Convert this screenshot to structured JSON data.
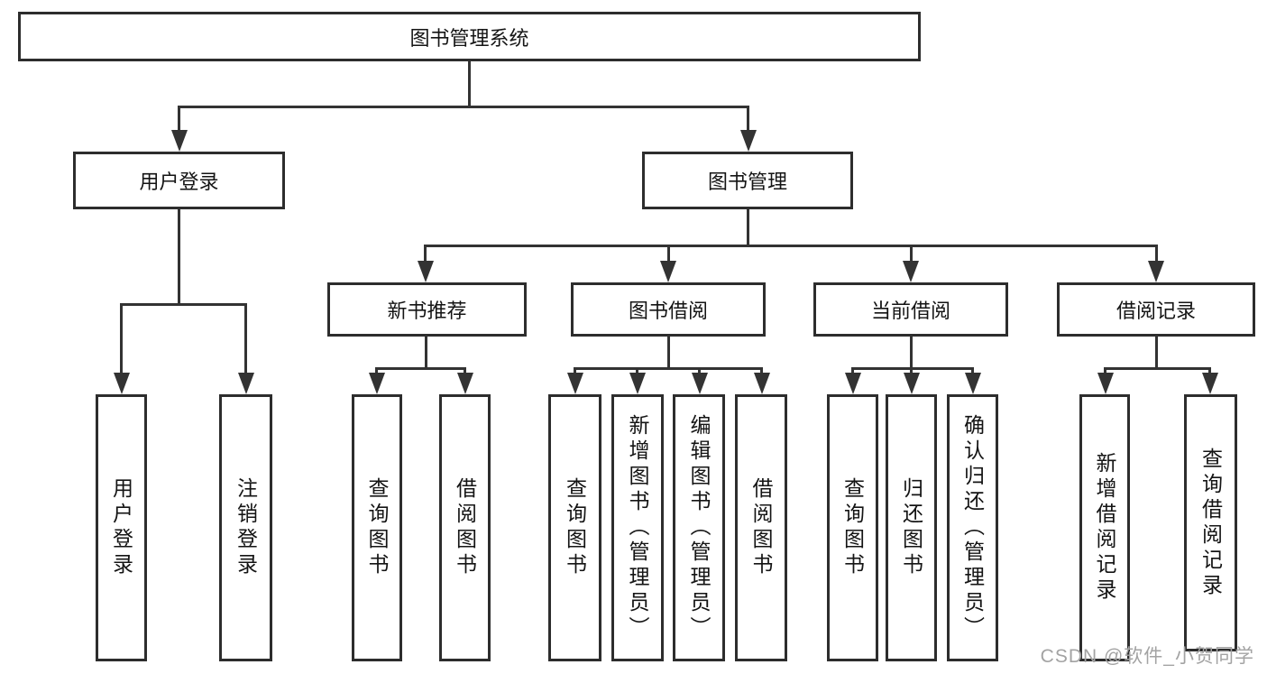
{
  "diagram": {
    "root": {
      "label": "图书管理系统"
    },
    "branches": [
      {
        "label": "用户登录",
        "children": [
          {
            "label": "用户登录"
          },
          {
            "label": "注销登录"
          }
        ]
      },
      {
        "label": "图书管理",
        "children": [
          {
            "label": "新书推荐",
            "children": [
              {
                "label": "查询图书"
              },
              {
                "label": "借阅图书"
              }
            ]
          },
          {
            "label": "图书借阅",
            "children": [
              {
                "label": "查询图书"
              },
              {
                "label": "新增图书（管理员）"
              },
              {
                "label": "编辑图书（管理员）"
              },
              {
                "label": "借阅图书"
              }
            ]
          },
          {
            "label": "当前借阅",
            "children": [
              {
                "label": "查询图书"
              },
              {
                "label": "归还图书"
              },
              {
                "label": "确认归还（管理员）"
              }
            ]
          },
          {
            "label": "借阅记录",
            "children": [
              {
                "label": "新增借阅记录"
              },
              {
                "label": "查询借阅记录"
              }
            ]
          }
        ]
      }
    ]
  },
  "watermark": {
    "text": "CSDN @软件_小贺同学"
  },
  "colors": {
    "line": "#333333",
    "border": "#2d2d2d",
    "text": "#141414",
    "watermark": "#a3a3a3",
    "background": "#ffffff"
  }
}
